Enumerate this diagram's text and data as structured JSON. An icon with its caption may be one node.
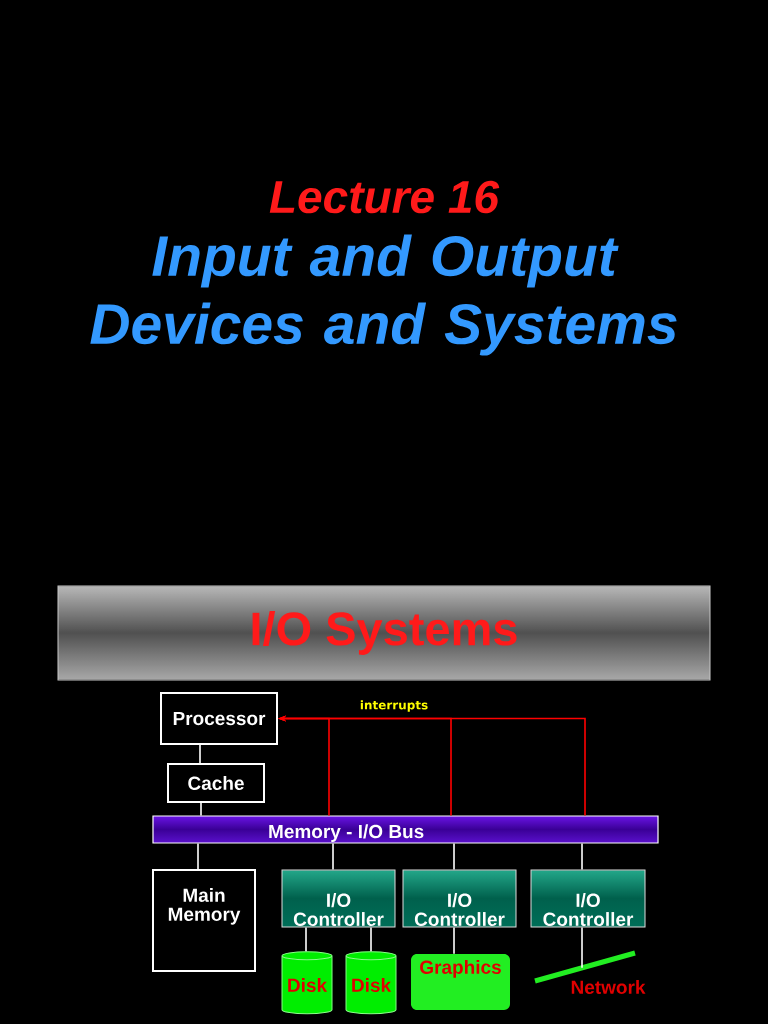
{
  "diagram": {
    "title": "Lecture 16",
    "nodes": [
      {
        "text": [
          "I/O Systems"
        ]
      },
      {
        "text": [
          "Processor"
        ]
      },
      {
        "text": [
          "Cache"
        ]
      },
      {
        "text": [
          "Memory - I/O Bus"
        ]
      },
      {
        "text": [
          "Main Memory"
        ]
      },
      {
        "text": [
          "I/O Controller"
        ]
      },
      {
        "text": [
          "I/O Controller"
        ]
      },
      {
        "text": [
          "I/O Controller"
        ]
      },
      {
        "text": [
          "Disk"
        ]
      },
      {
        "text": [
          "Disk"
        ]
      },
      {
        "text": [
          "Graphics"
        ]
      },
      {
        "text": [
          "Network"
        ]
      }
    ],
    "edges": [
      {
        "from": 1,
        "to": 2,
        "arrow": "none"
      },
      {
        "from": 2,
        "to": 3,
        "arrow": "none"
      },
      {
        "from": 3,
        "to": 4,
        "arrow": "none"
      },
      {
        "from": 3,
        "to": 5,
        "arrow": "none"
      },
      {
        "from": 3,
        "to": 6,
        "arrow": "none"
      },
      {
        "from": 3,
        "to": 7,
        "arrow": "none"
      },
      {
        "from": 5,
        "to": 8,
        "arrow": "none"
      },
      {
        "from": 5,
        "to": 9,
        "arrow": "none"
      },
      {
        "from": 6,
        "to": 10,
        "arrow": "none"
      },
      {
        "from": 7,
        "to": 11,
        "arrow": "none"
      },
      {
        "from": 3,
        "to": 1,
        "arrow": "to",
        "color": "#ff0000"
      },
      {
        "from": 3,
        "to": 1,
        "arrow": "to",
        "label": "interrupts",
        "color": "#ff0000"
      },
      {
        "from": 3,
        "to": 1,
        "arrow": "to",
        "color": "#ff0000"
      }
    ],
    "labels": [
      "Input and Output Devices and Systems"
    ]
  }
}
